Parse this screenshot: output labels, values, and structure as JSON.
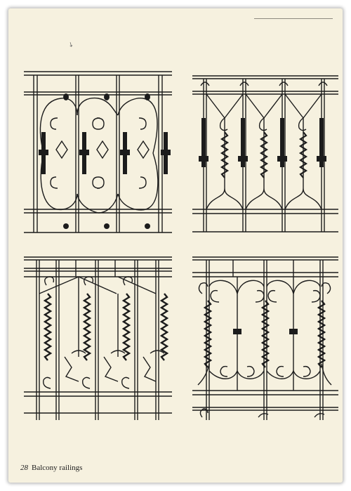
{
  "caption": {
    "page_number": "28",
    "title": "Balcony railings"
  },
  "panels": [
    {
      "name": "railing-design-1"
    },
    {
      "name": "railing-design-2"
    },
    {
      "name": "railing-design-3"
    },
    {
      "name": "railing-design-4"
    }
  ],
  "colors": {
    "paper": "#f6f1df",
    "ink": "#1c1c1c",
    "border": "#ffffff"
  }
}
